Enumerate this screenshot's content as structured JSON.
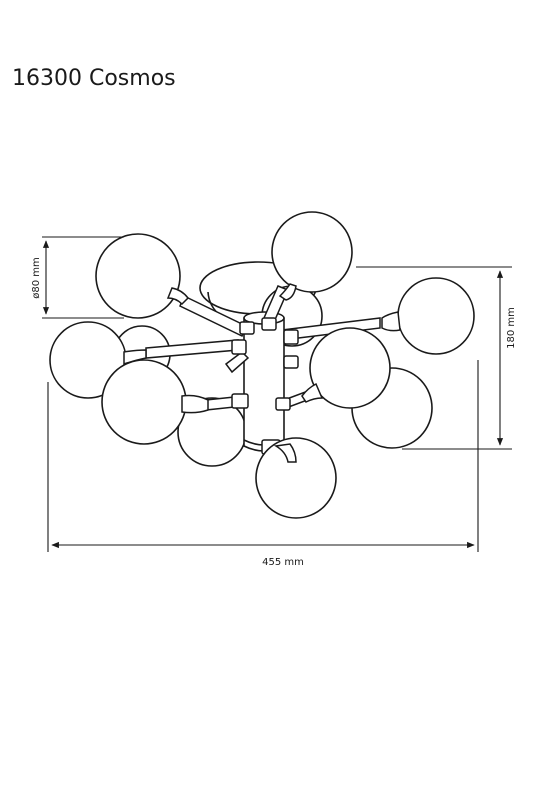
{
  "title": "16300 Cosmos",
  "dimensions": {
    "globe_diameter": "ø80 mm",
    "height": "180 mm",
    "width": "455 mm"
  }
}
